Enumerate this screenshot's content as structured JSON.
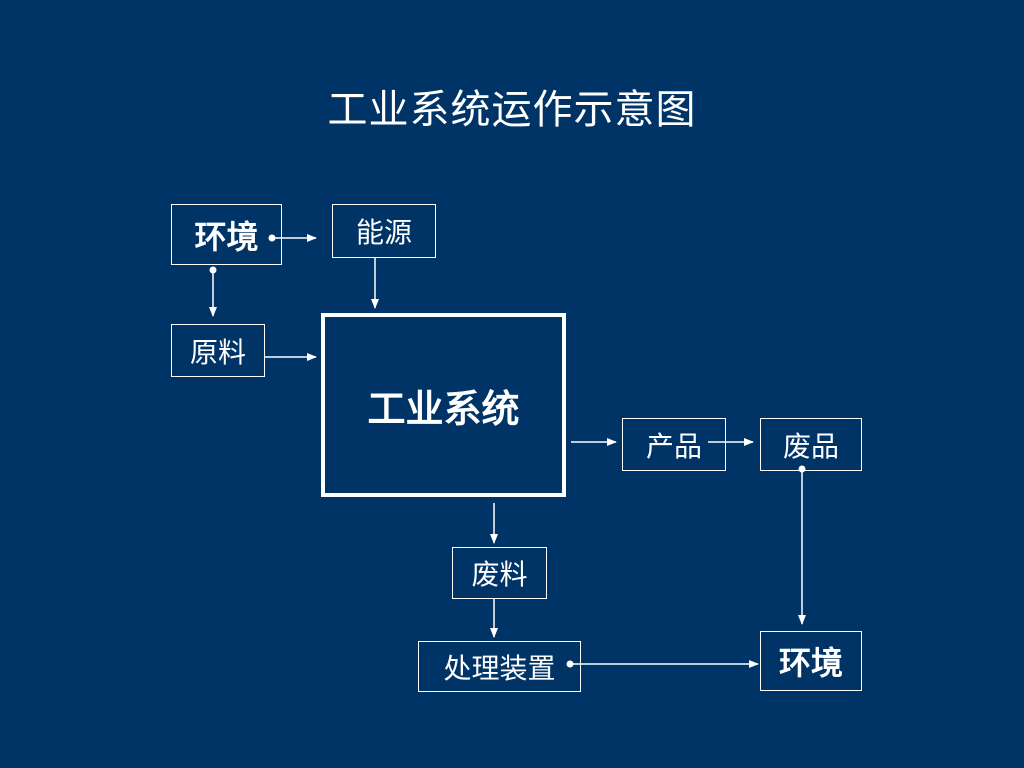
{
  "title": "工业系统运作示意图",
  "nodes": {
    "environment_top": "环境",
    "energy": "能源",
    "raw_material": "原料",
    "industrial_system": "工业系统",
    "product": "产品",
    "waste_product": "废品",
    "waste_material": "废料",
    "treatment_device": "处理装置",
    "environment_bottom": "环境"
  },
  "colors": {
    "background": "#003366",
    "foreground": "#ffffff"
  }
}
